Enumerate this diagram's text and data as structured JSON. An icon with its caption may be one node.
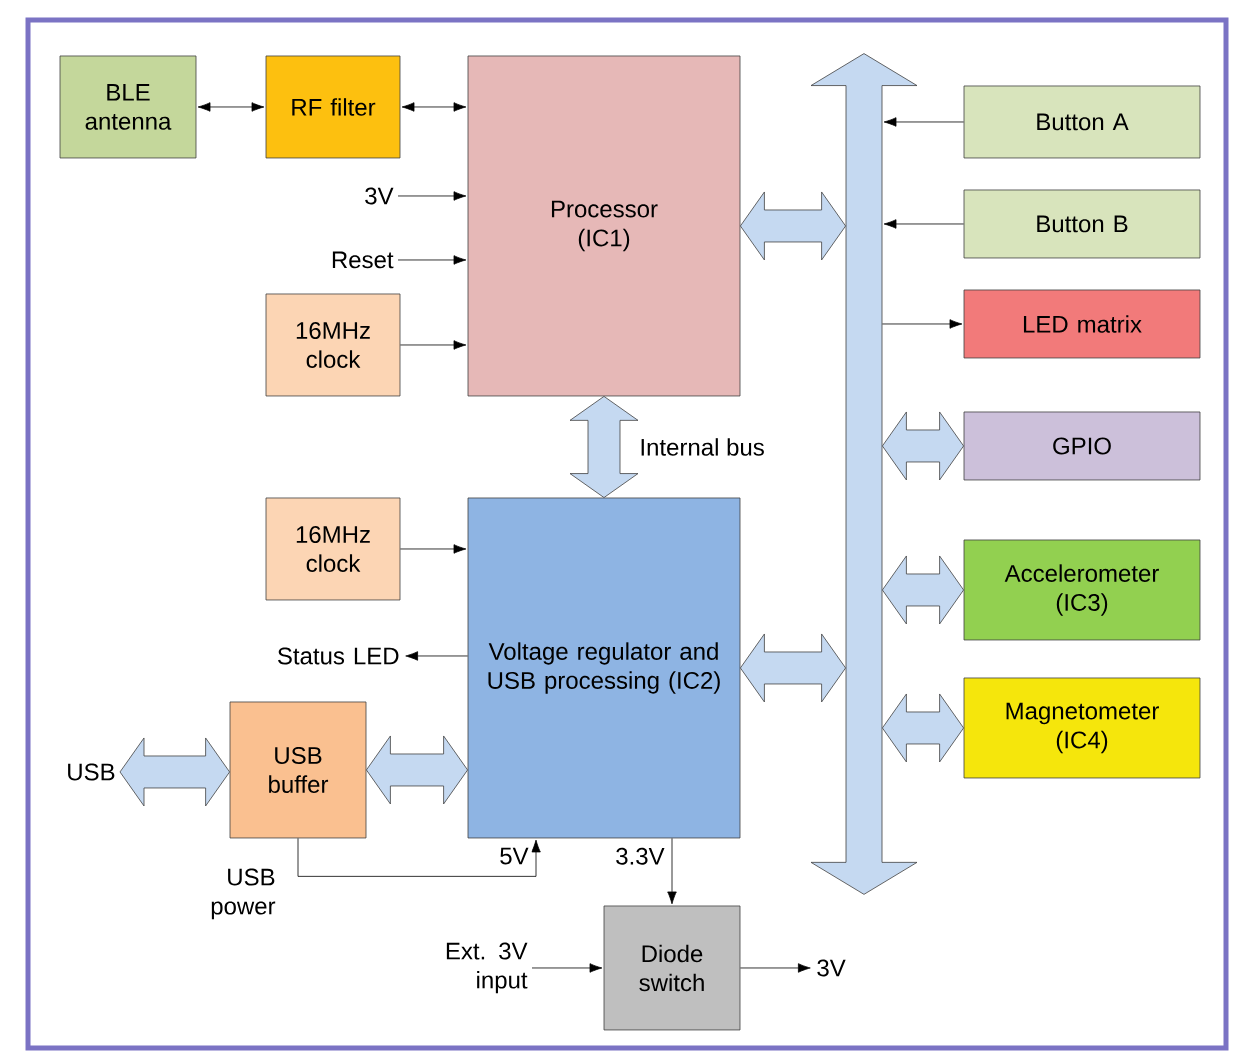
{
  "diagram": {
    "nodes": [
      {
        "text": [
          "BLE antenna"
        ]
      },
      {
        "text": [
          "RF filter"
        ]
      },
      {
        "text": [
          "Processor (IC1)"
        ]
      },
      {
        "text": [
          "16MHz clock"
        ]
      },
      {
        "text": [
          "Voltage regulator and USB processing (IC2)"
        ]
      },
      {
        "text": [
          "16MHz clock"
        ]
      },
      {
        "text": [
          "USB buffer"
        ],
        "beside": [
          "USB power"
        ]
      },
      {
        "text": [
          "Diode switch"
        ]
      },
      {
        "text": [],
        "shape": "arrow"
      },
      {
        "text": [
          "Button A"
        ]
      },
      {
        "text": [
          "Button B"
        ]
      },
      {
        "text": [
          "LED matrix"
        ]
      },
      {
        "text": [
          "GPIO"
        ]
      },
      {
        "text": [
          "Accelerometer (IC3)"
        ]
      },
      {
        "text": [
          "Magnetometer (IC4)"
        ]
      },
      {
        "text": [
          "3V"
        ]
      },
      {
        "text": [
          "Reset"
        ]
      },
      {
        "text": [
          "Status LED"
        ]
      },
      {
        "text": [
          "USB"
        ]
      },
      {
        "text": [
          "Ext. 3V input"
        ]
      },
      {
        "text": [
          "3V"
        ]
      }
    ],
    "edges": [
      {
        "from": 0,
        "to": 1,
        "arrow": "both"
      },
      {
        "from": 1,
        "to": 2,
        "arrow": "both"
      },
      {
        "from": 15,
        "to": 2,
        "arrow": "to"
      },
      {
        "from": 16,
        "to": 2,
        "arrow": "to"
      },
      {
        "from": 3,
        "to": 2,
        "arrow": "to"
      },
      {
        "from": 2,
        "to": 4,
        "arrow": "both",
        "style": "thick",
        "label": "Internal bus"
      },
      {
        "from": 5,
        "to": 4,
        "arrow": "to"
      },
      {
        "from": 4,
        "to": 17,
        "arrow": "to"
      },
      {
        "from": 18,
        "to": 6,
        "arrow": "both",
        "style": "thick"
      },
      {
        "from": 6,
        "to": 4,
        "arrow": "both",
        "style": "thick"
      },
      {
        "from": 6,
        "to": 4,
        "arrow": "to",
        "label": "5V"
      },
      {
        "from": 4,
        "to": 7,
        "arrow": "to",
        "label": "3.3V"
      },
      {
        "from": 19,
        "to": 7,
        "arrow": "to"
      },
      {
        "from": 7,
        "to": 20,
        "arrow": "to"
      },
      {
        "from": 2,
        "to": 8,
        "arrow": "both",
        "style": "thick"
      },
      {
        "from": 4,
        "to": 8,
        "arrow": "both",
        "style": "thick"
      },
      {
        "from": 9,
        "to": 8,
        "arrow": "to"
      },
      {
        "from": 10,
        "to": 8,
        "arrow": "to"
      },
      {
        "from": 8,
        "to": 11,
        "arrow": "to"
      },
      {
        "from": 12,
        "to": 8,
        "arrow": "both",
        "style": "thick"
      },
      {
        "from": 13,
        "to": 8,
        "arrow": "both",
        "style": "thick"
      },
      {
        "from": 14,
        "to": 8,
        "arrow": "both",
        "style": "thick"
      }
    ]
  }
}
